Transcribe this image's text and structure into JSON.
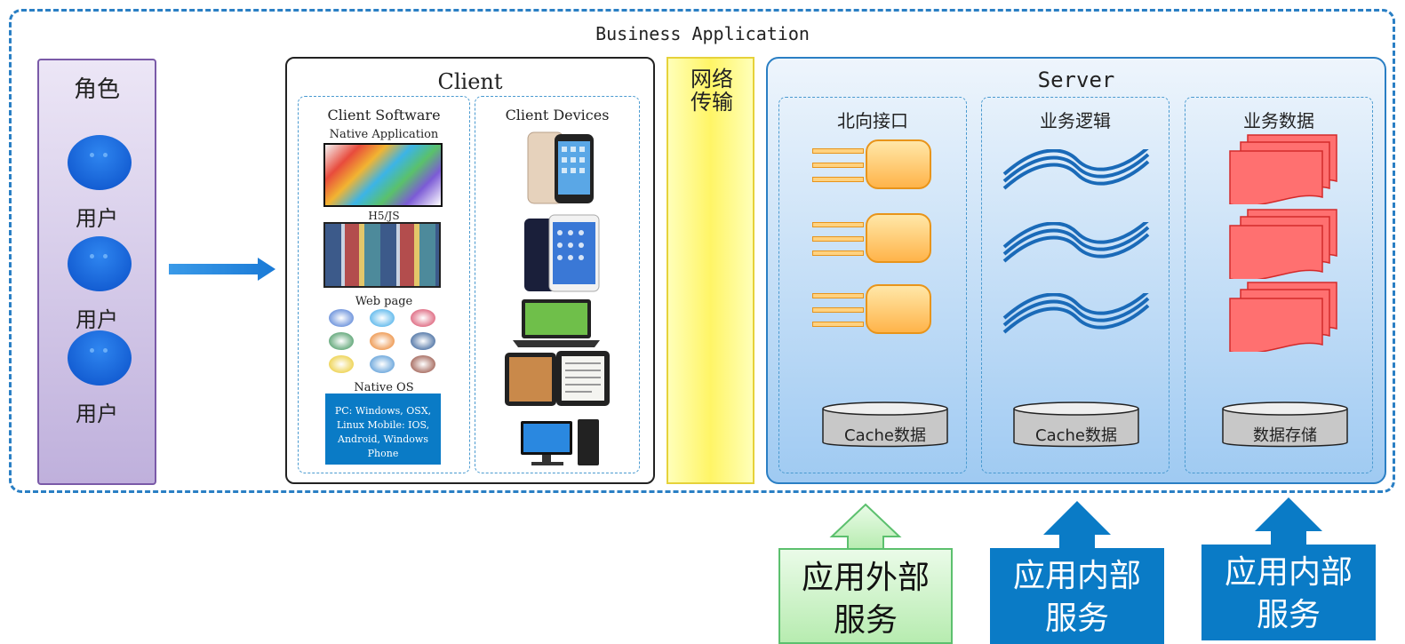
{
  "app_title": "Business Application",
  "roles": {
    "title": "角色",
    "users": [
      "用户",
      "用户",
      "用户"
    ]
  },
  "client": {
    "title": "Client",
    "software": {
      "title": "Client Software",
      "native_app": "Native Application",
      "h5": "H5/JS",
      "web": "Web page",
      "native_os": "Native OS",
      "os_text": "PC: Windows, OSX, Linux Mobile: IOS, Android, Windows Phone"
    },
    "devices": {
      "title": "Client Devices"
    }
  },
  "network": {
    "label": "网络传输"
  },
  "server": {
    "title": "Server",
    "columns": [
      {
        "title": "北向接口",
        "store": "Cache数据"
      },
      {
        "title": "业务逻辑",
        "store": "Cache数据"
      },
      {
        "title": "业务数据",
        "store": "数据存储"
      }
    ]
  },
  "bottom": {
    "external": "应用外部服务",
    "internal_1": "应用内部服务",
    "internal_2": "应用内部服务"
  },
  "colors": {
    "accent_blue": "#0a7bc6",
    "dashed_border": "#2a7fc4",
    "interface_orange": "#ffb44a",
    "data_red": "#ff6b6b",
    "network_yellow": "#fff566",
    "role_purple": "#bfb0dc",
    "external_green": "#b7ecb0"
  }
}
